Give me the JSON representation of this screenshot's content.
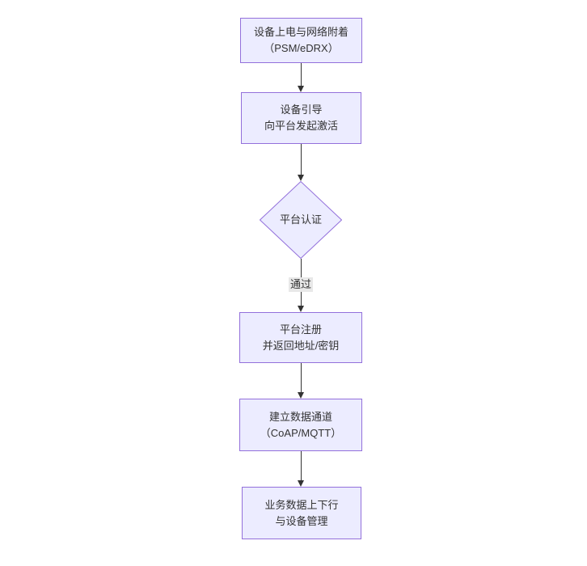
{
  "diagram": {
    "type": "flowchart",
    "direction": "top-down",
    "colors": {
      "background": "#ffffff",
      "node_fill": "#ECECFF",
      "node_border": "#9370DB",
      "arrow": "#333333",
      "text": "#333333",
      "edge_label_bg": "#e8e8e8"
    },
    "nodes": [
      {
        "id": "A",
        "shape": "rectangle",
        "lines": [
          "设备上电与网络附着",
          "（PSM/eDRX）"
        ]
      },
      {
        "id": "B",
        "shape": "rectangle",
        "lines": [
          "设备引导",
          "向平台发起激活"
        ]
      },
      {
        "id": "C",
        "shape": "diamond",
        "lines": [
          "平台认证"
        ]
      },
      {
        "id": "D",
        "shape": "rectangle",
        "lines": [
          "平台注册",
          "并返回地址/密钥"
        ]
      },
      {
        "id": "E",
        "shape": "rectangle",
        "lines": [
          "建立数据通道",
          "（CoAP/MQTT）"
        ]
      },
      {
        "id": "F",
        "shape": "rectangle",
        "lines": [
          "业务数据上下行",
          "与设备管理"
        ]
      }
    ],
    "edges": [
      {
        "from": "A",
        "to": "B",
        "label": ""
      },
      {
        "from": "B",
        "to": "C",
        "label": ""
      },
      {
        "from": "C",
        "to": "D",
        "label": "通过"
      },
      {
        "from": "D",
        "to": "E",
        "label": ""
      },
      {
        "from": "E",
        "to": "F",
        "label": ""
      }
    ]
  }
}
